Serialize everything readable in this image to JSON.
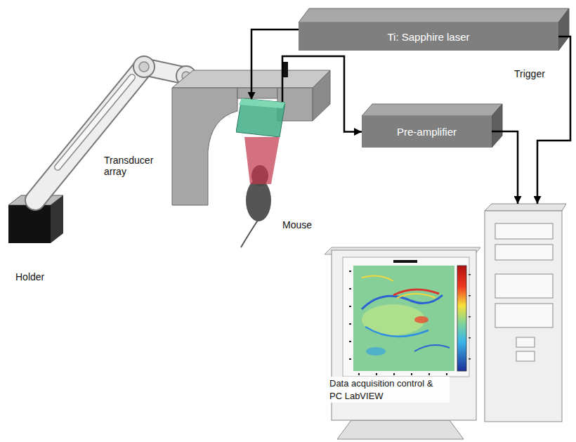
{
  "diagram": {
    "nodes": [
      {
        "text": [
          "Ti: Sapphire laser"
        ]
      },
      {
        "text": [
          "Transducer array"
        ]
      },
      {
        "text": [
          "Pre-amplifier"
        ]
      },
      {
        "text": [
          "Data acquisition control & PC LabVIEW"
        ]
      }
    ],
    "edges": [
      {
        "from": 0,
        "to": 1,
        "arrow": "to"
      },
      {
        "from": 1,
        "to": 2,
        "arrow": "to"
      },
      {
        "from": 2,
        "to": 3,
        "arrow": "to"
      },
      {
        "from": 0,
        "to": 3,
        "arrow": "to",
        "label": "Trigger"
      }
    ],
    "labels": [
      "Mouse",
      "Holder"
    ]
  }
}
